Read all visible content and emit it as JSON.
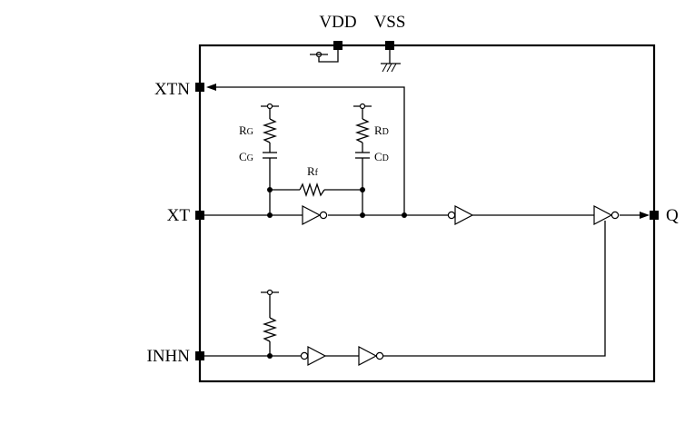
{
  "pins": {
    "vdd": "VDD",
    "vss": "VSS",
    "xtn": "XTN",
    "xt": "XT",
    "q": "Q",
    "inhn": "INHN"
  },
  "components": {
    "rg": {
      "main": "R",
      "sub": "G"
    },
    "cg": {
      "main": "C",
      "sub": "G"
    },
    "rd": {
      "main": "R",
      "sub": "D"
    },
    "cd": {
      "main": "C",
      "sub": "D"
    },
    "rf": {
      "main": "R",
      "sub": "f"
    }
  }
}
